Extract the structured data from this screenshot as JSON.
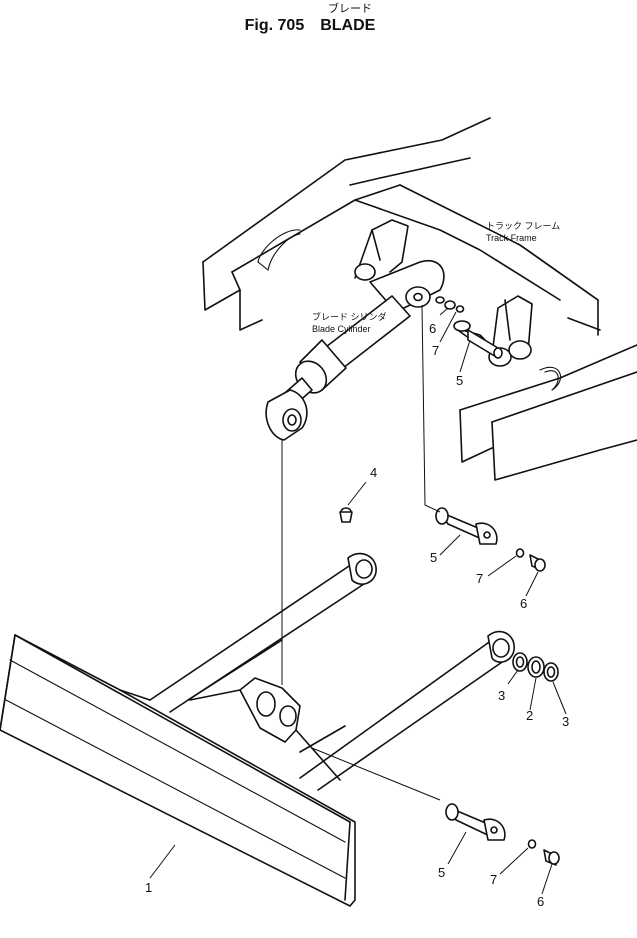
{
  "header": {
    "subtitle_jp": "ブレード",
    "title": "Fig. 705　BLADE"
  },
  "labels": {
    "track_frame_jp": "トラック フレーム",
    "track_frame_en": "Track Frame",
    "blade_cylinder_jp": "ブレード シリンダ",
    "blade_cylinder_en": "Blade Cylinder"
  },
  "callouts": [
    {
      "id": "c1",
      "number": "1"
    },
    {
      "id": "c2",
      "number": "2"
    },
    {
      "id": "c3a",
      "number": "3"
    },
    {
      "id": "c3b",
      "number": "3"
    },
    {
      "id": "c4",
      "number": "4"
    },
    {
      "id": "c5a",
      "number": "5"
    },
    {
      "id": "c5b",
      "number": "5"
    },
    {
      "id": "c5c",
      "number": "5"
    },
    {
      "id": "c6a",
      "number": "6"
    },
    {
      "id": "c6b",
      "number": "6"
    },
    {
      "id": "c6c",
      "number": "6"
    },
    {
      "id": "c7a",
      "number": "7"
    },
    {
      "id": "c7b",
      "number": "7"
    },
    {
      "id": "c7c",
      "number": "7"
    }
  ]
}
